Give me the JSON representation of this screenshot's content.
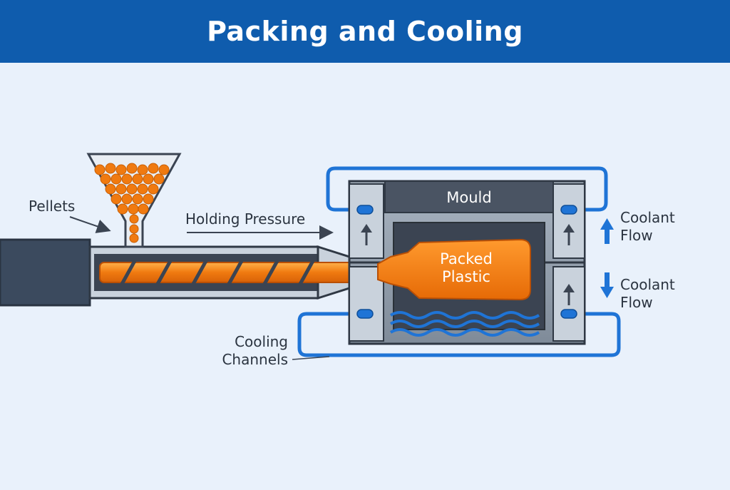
{
  "title": "Packing and Cooling",
  "labels": {
    "pellets": "Pellets",
    "holding_pressure": "Holding Pressure",
    "mould": "Mould",
    "packed_line1": "Packed",
    "packed_line2": "Plastic",
    "coolant_top_line1": "Coolant",
    "coolant_top_line2": "Flow",
    "coolant_bottom_line1": "Coolant",
    "coolant_bottom_line2": "Flow",
    "cooling_line1": "Cooling",
    "cooling_line2": "Channels"
  },
  "colors": {
    "header": "#0f5cad",
    "background": "#e9f1fb",
    "plastic": "#f07a10",
    "coolant": "#1f74d6",
    "steel_dark": "#3b4452",
    "steel_mid": "#8e99a7",
    "steel_light": "#c9d2dc",
    "label_text": "#2b3440"
  }
}
